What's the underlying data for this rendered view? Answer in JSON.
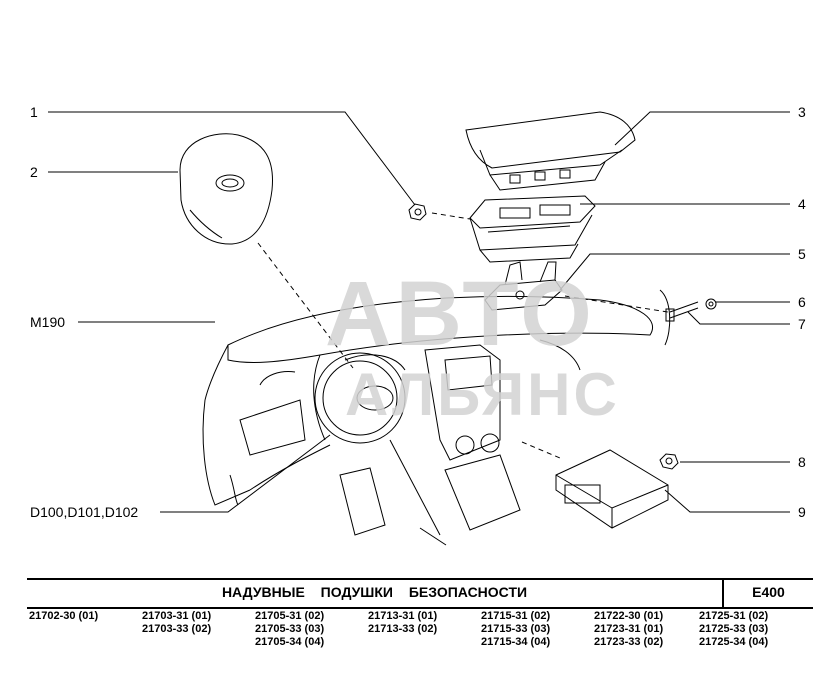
{
  "callouts": [
    "1",
    "2",
    "M190",
    "D100,D101,D102",
    "3",
    "4",
    "5",
    "6",
    "7",
    "8",
    "9"
  ],
  "watermark": {
    "line1": "АВТО",
    "line2": "АЛЬЯНС"
  },
  "title": "НАДУВНЫЕ ПОДУШКИ БЕЗОПАСНОСТИ",
  "code": "E400",
  "models": [
    [
      "21702-30 (01)"
    ],
    [
      "21703-31 (01)",
      "21703-33 (02)"
    ],
    [
      "21705-31 (02)",
      "21705-33 (03)",
      "21705-34 (04)"
    ],
    [
      "21713-31 (01)",
      "21713-33 (02)"
    ],
    [
      "21715-31 (02)",
      "21715-33 (03)",
      "21715-34 (04)"
    ],
    [
      "21722-30 (01)",
      "21723-31 (01)",
      "21723-33 (02)"
    ],
    [
      "21725-31 (02)",
      "21725-33 (03)",
      "21725-34 (04)"
    ]
  ],
  "colors": {
    "line": "#000000",
    "watermark": "#d3d3d3"
  }
}
